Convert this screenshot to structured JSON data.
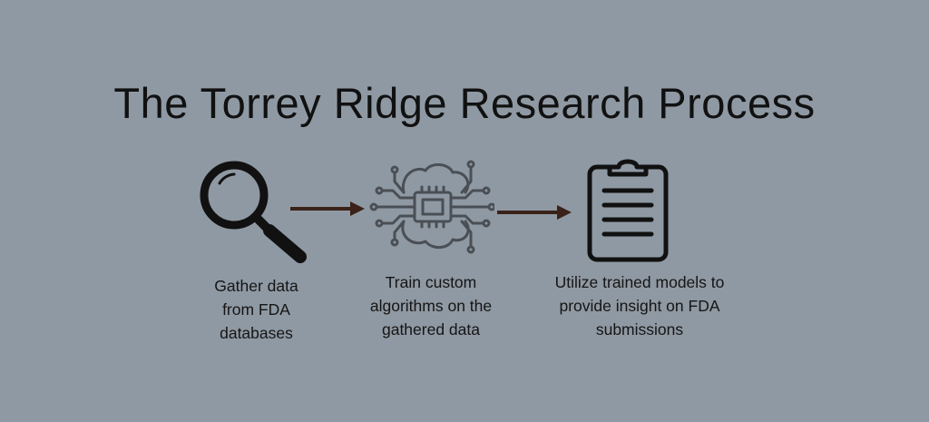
{
  "title": "The Torrey Ridge Research Process",
  "colors": {
    "background": "#8f99a3",
    "text": "#111111",
    "arrow": "#3a2218",
    "ai_icon": "#4a4f55"
  },
  "steps": [
    {
      "icon": "magnifying-glass-icon",
      "lines": [
        "Gather data",
        "from FDA",
        "databases"
      ]
    },
    {
      "icon": "ai-brain-chip-icon",
      "lines": [
        "Train custom",
        "algorithms on the",
        "gathered data"
      ]
    },
    {
      "icon": "clipboard-icon",
      "lines": [
        "Utilize trained models to",
        "provide insight on FDA",
        "submissions"
      ]
    }
  ]
}
